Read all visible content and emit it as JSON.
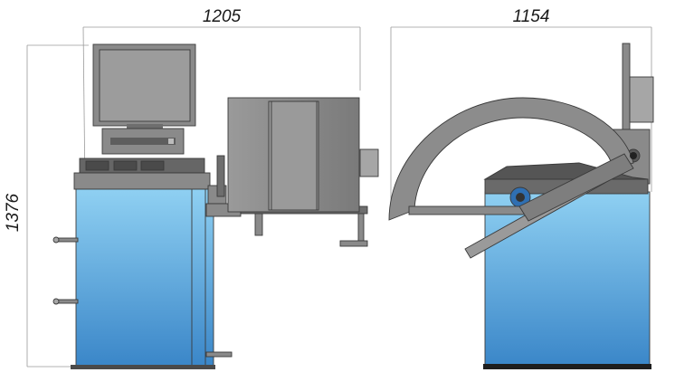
{
  "dimensions": {
    "front_width": "1205",
    "side_width": "1154",
    "height": "1376"
  },
  "colors": {
    "cabinet_top": "#8fd0f2",
    "cabinet_bottom": "#3a86c8",
    "metal": "#8a8a8a",
    "dimension_line": "#9a9a9a"
  }
}
